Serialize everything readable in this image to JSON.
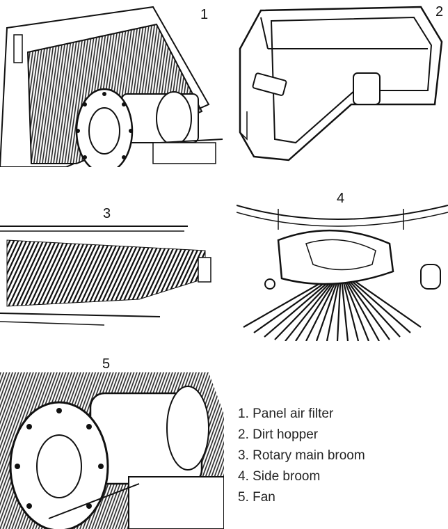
{
  "panels": [
    {
      "number": "1",
      "icon": "panel-air-filter-illustration"
    },
    {
      "number": "2",
      "icon": "dirt-hopper-illustration"
    },
    {
      "number": "3",
      "icon": "rotary-main-broom-illustration"
    },
    {
      "number": "4",
      "icon": "side-broom-illustration"
    },
    {
      "number": "5",
      "icon": "fan-illustration"
    }
  ],
  "legend": [
    "1. Panel air filter",
    "2. Dirt hopper",
    "3. Rotary main broom",
    "4. Side broom",
    "5. Fan"
  ]
}
